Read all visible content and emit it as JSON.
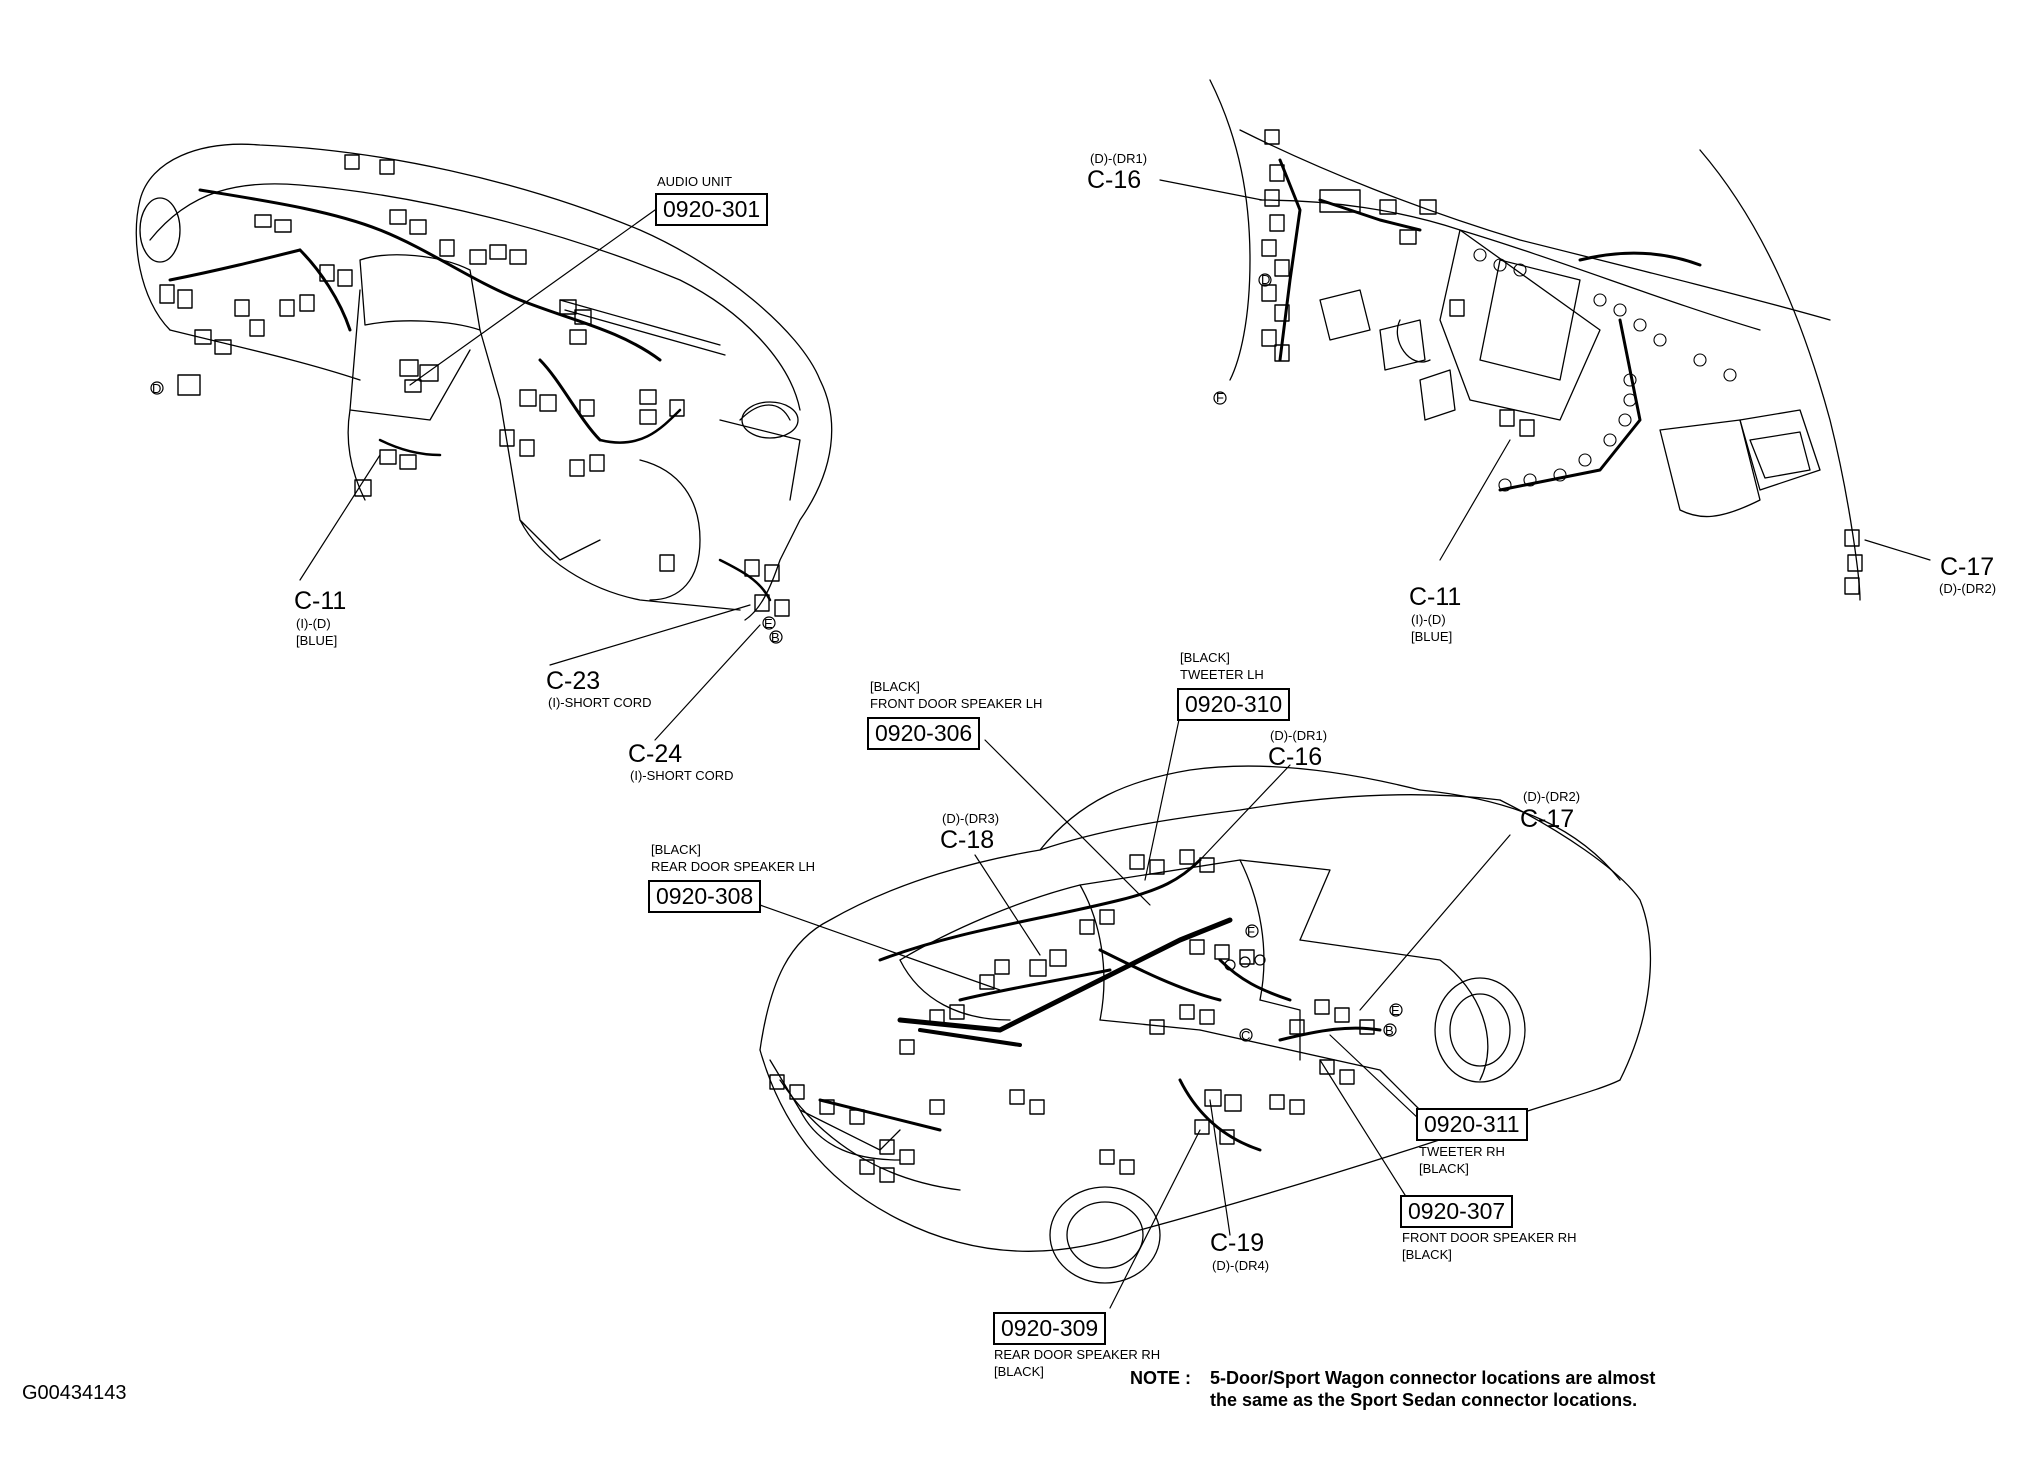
{
  "dashboard_left": {
    "audio_unit": {
      "label": "AUDIO UNIT",
      "code": "0920-301"
    },
    "c11": {
      "id": "C-11",
      "sub": "(I)-(D)",
      "color": "[BLUE]"
    },
    "c23": {
      "id": "C-23",
      "sub": "(I)-SHORT CORD"
    },
    "c24": {
      "id": "C-24",
      "sub": "(I)-SHORT CORD"
    },
    "markers": [
      "D",
      "E",
      "B"
    ]
  },
  "dashboard_right": {
    "c16": {
      "sub": "(D)-(DR1)",
      "id": "C-16"
    },
    "c11": {
      "id": "C-11",
      "sub": "(I)-(D)",
      "color": "[BLUE]"
    },
    "c17": {
      "id": "C-17",
      "sub": "(D)-(DR2)"
    },
    "markers": [
      "D",
      "F"
    ]
  },
  "car": {
    "front_door_lh": {
      "color": "[BLACK]",
      "label": "FRONT DOOR SPEAKER LH",
      "code": "0920-306"
    },
    "tweeter_lh": {
      "color": "[BLACK]",
      "label": "TWEETER LH",
      "code": "0920-310"
    },
    "c16": {
      "sub": "(D)-(DR1)",
      "id": "C-16"
    },
    "c18": {
      "sub": "(D)-(DR3)",
      "id": "C-18"
    },
    "rear_door_lh": {
      "color": "[BLACK]",
      "label": "REAR DOOR SPEAKER LH",
      "code": "0920-308"
    },
    "c17": {
      "sub": "(D)-(DR2)",
      "id": "C-17"
    },
    "tweeter_rh": {
      "code": "0920-311",
      "label": "TWEETER RH",
      "color": "[BLACK]"
    },
    "front_door_rh": {
      "code": "0920-307",
      "label": "FRONT DOOR SPEAKER RH",
      "color": "[BLACK]"
    },
    "c19": {
      "id": "C-19",
      "sub": "(D)-(DR4)"
    },
    "rear_door_rh": {
      "code": "0920-309",
      "label": "REAR DOOR SPEAKER RH",
      "color": "[BLACK]"
    },
    "markers": [
      "F",
      "E",
      "B",
      "C"
    ]
  },
  "figure_id": "G00434143",
  "note": {
    "prefix": "NOTE :",
    "line1": "5-Door/Sport Wagon connector locations are almost",
    "line2": "the same as the Sport Sedan connector locations."
  }
}
